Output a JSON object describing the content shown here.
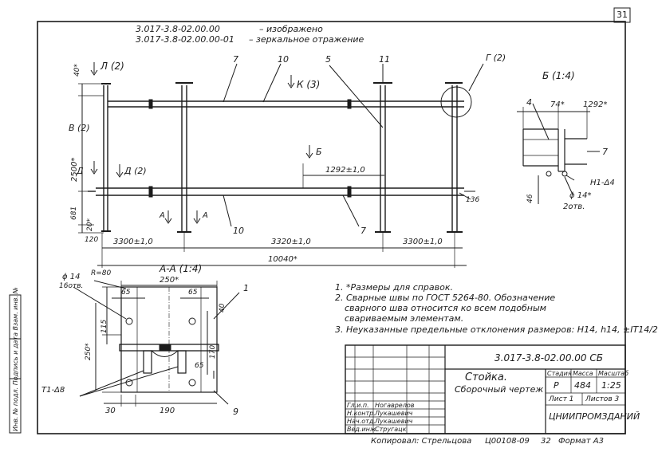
{
  "sheet": {
    "page_number": "31",
    "copied_by": "Копировал: Стрельцова",
    "order_number": "Ц00108-09",
    "copy_count": "32",
    "format": "Формат А3",
    "inventory_stamp": "Инв. № подл.   Подпись и дата   Взам. инв. №"
  },
  "header_notes": {
    "line1_code": "3.017-3.8-02.00.00",
    "line1_text": "– изображено",
    "line2_code": "3.017-3.8-02.00.00-01",
    "line2_text": "– зеркальное отражение"
  },
  "main_view": {
    "callout_l": "Л (2)",
    "callout_k": "К (3)",
    "callout_v": "В (2)",
    "callout_d_left": "Д",
    "callout_d_mid": "Д (2)",
    "callout_b": "Б",
    "callout_a1": "А",
    "callout_a2": "А",
    "callout_g": "Г (2)",
    "dim_40": "40*",
    "dim_2500": "2500*",
    "dim_681": "681",
    "dim_20": "20*",
    "dim_120": "120",
    "dim_1292": "1292±1,0",
    "dim_136": "136",
    "dim_3300_left": "3300±1,0",
    "dim_3320": "3320±1,0",
    "dim_3300_right": "3300±1,0",
    "dim_10040": "10040*",
    "pos_7_top": "7",
    "pos_10_top": "10",
    "pos_5": "5",
    "pos_11": "11",
    "pos_10_bottom": "10",
    "pos_7_bottom": "7"
  },
  "detail_b": {
    "title": "Б (1:4)",
    "pos_4": "4",
    "dim_74": "74*",
    "dim_1292": "1292*",
    "pos_7": "7",
    "dim_46": "46",
    "weld": "Н1-Δ4",
    "hole": "ϕ 14*",
    "holes_count": "2отв."
  },
  "section_a": {
    "title": "А-А (1:4)",
    "hole": "ϕ 14",
    "holes_count": "16отв.",
    "radius": "R=80",
    "dim_250_top": "250*",
    "dim_65_left": "65",
    "dim_65_right": "65",
    "dim_40": "40",
    "dim_115": "115",
    "dim_170": "170",
    "dim_65_low": "65",
    "dim_250_left": "250*",
    "weld": "Т1-Δ8",
    "dim_30": "30",
    "dim_190": "190",
    "pos_1": "1",
    "pos_9": "9"
  },
  "notes": [
    "1. *Размеры для справок.",
    "2. Сварные швы по ГОСТ 5264-80. Обозначение",
    "сварного шва относится ко всем подобным",
    "свариваемым элементам.",
    "3. Неуказанные предельные отклонения размеров: Н14, h14, ±IT14/2"
  ],
  "title_block": {
    "designation": "3.017-3.8-02.00.00 СБ",
    "name_line1": "Стойка.",
    "name_line2": "Сборочный чертеж",
    "col_stage": "Стадия",
    "col_mass": "Масса",
    "col_scale": "Масштаб",
    "stage": "Р",
    "mass": "484",
    "scale": "1:25",
    "sheet": "Лист 1",
    "sheets": "Листов 3",
    "organization": "ЦНИИПРОМЗДАНИЙ",
    "roles": [
      "Гл.и.п.",
      "Н.контр.",
      "Нач.отд.",
      "Вед.инж."
    ],
    "names": [
      "Ногаврелов",
      "Лукашевич",
      "Лукашевич",
      "Стругацк"
    ]
  }
}
